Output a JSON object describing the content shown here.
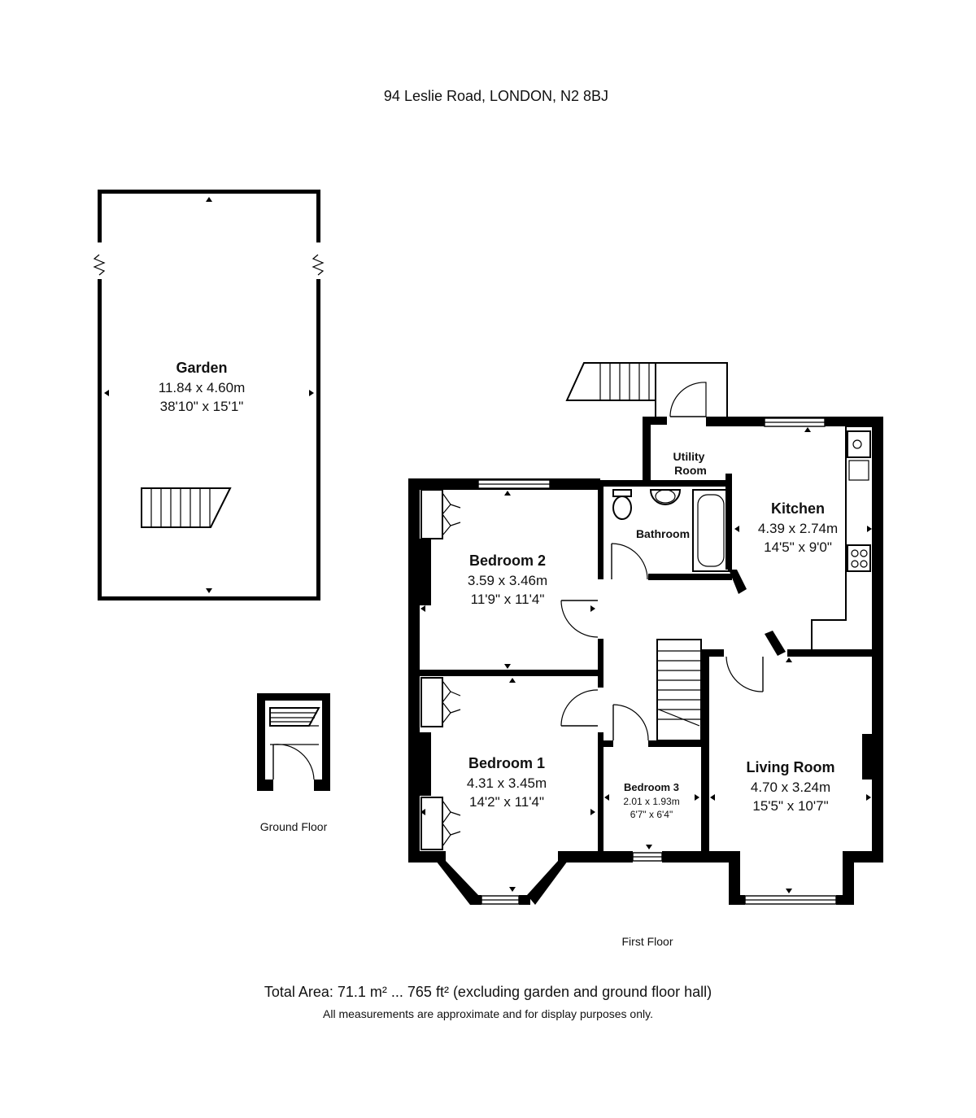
{
  "header": {
    "address": "94 Leslie Road, LONDON, N2 8BJ"
  },
  "rooms": {
    "garden": {
      "name": "Garden",
      "metric": "11.84 x 4.60m",
      "imperial": "38'10\" x 15'1\""
    },
    "utility": {
      "name_line1": "Utility",
      "name_line2": "Room"
    },
    "bathroom": {
      "name": "Bathroom"
    },
    "kitchen": {
      "name": "Kitchen",
      "metric": "4.39 x 2.74m",
      "imperial": "14'5\" x 9'0\""
    },
    "bedroom2": {
      "name": "Bedroom 2",
      "metric": "3.59 x 3.46m",
      "imperial": "11'9\" x 11'4\""
    },
    "bedroom1": {
      "name": "Bedroom 1",
      "metric": "4.31 x 3.45m",
      "imperial": "14'2\" x 11'4\""
    },
    "bedroom3": {
      "name": "Bedroom 3",
      "metric": "2.01 x 1.93m",
      "imperial": "6'7\" x 6'4\""
    },
    "living_room": {
      "name": "Living Room",
      "metric": "4.70 x 3.24m",
      "imperial": "15'5\" x 10'7\""
    }
  },
  "floor_labels": {
    "ground": "Ground Floor",
    "first": "First Floor"
  },
  "footer": {
    "total_area": "Total Area: 71.1 m² ... 765 ft² (excluding garden and ground floor hall)",
    "disclaimer": "All measurements are approximate and for display purposes only."
  }
}
